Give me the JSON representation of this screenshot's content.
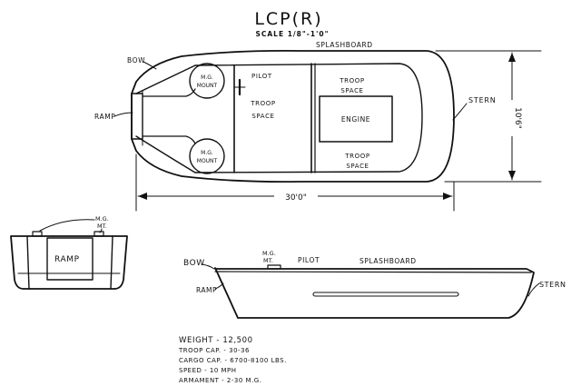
{
  "title": "LCP(R)",
  "scale": "SCALE 1/8\"-1'0\"",
  "plan_view": {
    "label_splashboard": "SPLASHBOARD",
    "label_bow": "BOW",
    "label_ramp": "RAMP",
    "label_stern": "STERN",
    "label_pilot": "PILOT",
    "label_troop_space_fwd_1": "TROOP",
    "label_troop_space_fwd_2": "SPACE",
    "label_troop_space_top_1": "TROOP",
    "label_troop_space_top_2": "SPACE",
    "label_troop_space_bot_1": "TROOP",
    "label_troop_space_bot_2": "SPACE",
    "label_engine": "ENGINE",
    "mg_mount_top_1": "M.G.",
    "mg_mount_top_2": "MOUNT",
    "mg_mount_bot_1": "M.G.",
    "mg_mount_bot_2": "MOUNT",
    "dim_length": "30'0\"",
    "dim_beam": "10'6\""
  },
  "front_view": {
    "label_ramp": "RAMP",
    "label_mg_1": "M.G.",
    "label_mg_2": "MT."
  },
  "side_view": {
    "label_bow": "BOW",
    "label_ramp": "RAMP",
    "label_mg_1": "M.G.",
    "label_mg_2": "MT.",
    "label_pilot": "PILOT",
    "label_splashboard": "SPLASHBOARD",
    "label_stern": "STERN"
  },
  "specs": [
    "WEIGHT - 12,500",
    "TROOP CAP. - 30-36",
    "CARGO CAP. - 6700-8100 LBS.",
    "SPEED - 10 MPH",
    "ARMAMENT - 2-30 M.G."
  ]
}
